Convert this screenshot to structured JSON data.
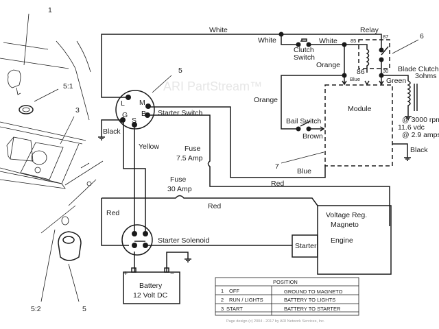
{
  "callouts": {
    "c1": "1",
    "c5_1": "5:1",
    "c3": "3",
    "c5": "5",
    "c6": "6",
    "c7": "7",
    "c5_2": "5:2",
    "c5b": "5"
  },
  "wires": {
    "white_top": "White",
    "white_left": "White",
    "white_right": "White",
    "orange_1": "Orange",
    "orange_2": "Orange",
    "green": "Green",
    "blue_relay": "Blue",
    "brown": "Brown",
    "blue": "Blue",
    "red_1": "Red",
    "red_2": "Red",
    "red_3": "Red",
    "black_1": "Black",
    "black_2": "Black",
    "yellow": "Yellow"
  },
  "components": {
    "relay": "Relay",
    "relay_85": "85",
    "relay_86": "86",
    "relay_87": "87",
    "relay_30": "30",
    "clutch_switch": [
      "Clutch",
      "Switch"
    ],
    "blade_clutch": [
      "Blade Clutch",
      "3ohms"
    ],
    "blade_clutch_spec": [
      "@ 3000 rpm",
      "11.6 vdc",
      "@ 2.9 amps"
    ],
    "module": "Module",
    "bail_switch": "Bail Switch",
    "starter_switch": "Starter Switch",
    "switch_terminals": {
      "L": "L",
      "M": "M",
      "G": "G",
      "B": "B",
      "S": "S"
    },
    "fuse_75": [
      "Fuse",
      "7.5 Amp"
    ],
    "fuse_30": [
      "Fuse",
      "30 Amp"
    ],
    "starter_solenoid": "Starter  Solenoid",
    "battery": [
      "Battery",
      "12 Volt DC"
    ],
    "battery_plus": "+",
    "battery_minus": "−",
    "starter": "Starter",
    "voltage_reg": "Voltage  Reg.",
    "magneto": "Magneto",
    "engine": "Engine"
  },
  "position_table": {
    "header": "POSITION",
    "rows": [
      {
        "num": "1",
        "pos": "OFF",
        "result": "GROUND TO MAGNETO"
      },
      {
        "num": "2",
        "pos": "RUN / LIGHTS",
        "result": "BATTERY TO LIGHTS"
      },
      {
        "num": "3",
        "pos": "START",
        "result": "BATTERY TO STARTER"
      }
    ]
  },
  "watermark": "ARI PartStream™",
  "footer": "Page design (c) 2004 - 2017 by ARI Network Services, Inc."
}
